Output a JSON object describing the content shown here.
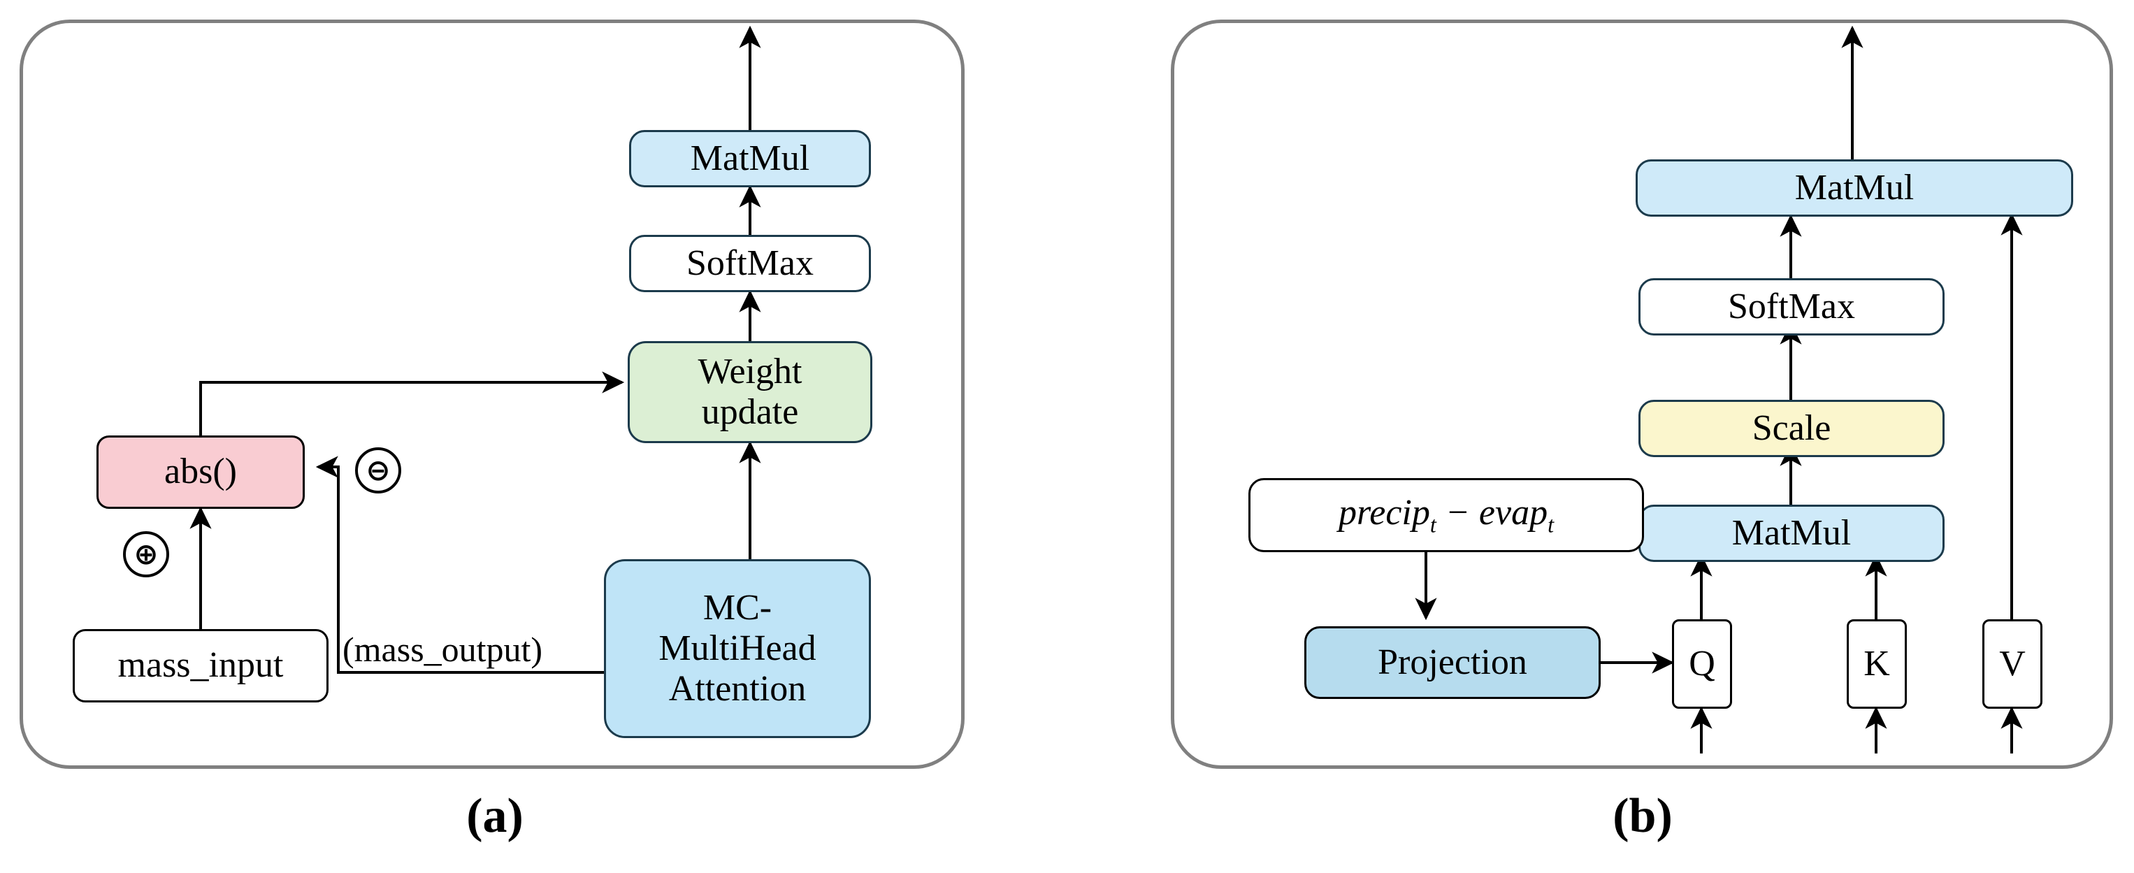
{
  "figure": {
    "panels": [
      {
        "id": "a",
        "caption": "(a)",
        "nodes": {
          "matmul": {
            "label": "MatMul",
            "color": "#cfeaf9"
          },
          "softmax": {
            "label": "SoftMax",
            "color": "#ffffff"
          },
          "weight": {
            "label": "Weight\nupdate",
            "color": "#dcefd4"
          },
          "attention": {
            "label": "MC-\nMultiHead\nAttention",
            "color": "#bfe4f7"
          },
          "abs": {
            "label": "abs()",
            "color": "#f9ccd2"
          },
          "massinput": {
            "label": "mass_input",
            "color": "#ffffff"
          }
        },
        "edge_labels": {
          "mass_output": "(mass_output)"
        },
        "operators": {
          "plus": "⊕",
          "minus": "⊖"
        }
      },
      {
        "id": "b",
        "caption": "(b)",
        "nodes": {
          "matmul_top": {
            "label": "MatMul",
            "color": "#cfeaf9"
          },
          "softmax": {
            "label": "SoftMax",
            "color": "#ffffff"
          },
          "scale": {
            "label": "Scale",
            "color": "#fbf6cd"
          },
          "matmul_low": {
            "label": "MatMul",
            "color": "#cfeaf9"
          },
          "formula": {
            "label": "precip_t − evap_t",
            "color": "#ffffff",
            "parts": {
              "lhs": "precip",
              "lhs_sub": "t",
              "op": "−",
              "rhs": "evap",
              "rhs_sub": "t"
            }
          },
          "projection": {
            "label": "Projection",
            "color": "#b6dcee"
          },
          "q": {
            "label": "Q",
            "color": "#ffffff"
          },
          "k": {
            "label": "K",
            "color": "#ffffff"
          },
          "v": {
            "label": "V",
            "color": "#ffffff"
          }
        }
      }
    ],
    "colors": {
      "panel_border": "#808080",
      "node_border": "#1c3b4c",
      "wire": "#000000",
      "blue": "#cfeaf9",
      "deep_blue": "#b6dcee",
      "green": "#dcefd4",
      "pink": "#f9ccd2",
      "yellow": "#fbf6cd"
    }
  }
}
